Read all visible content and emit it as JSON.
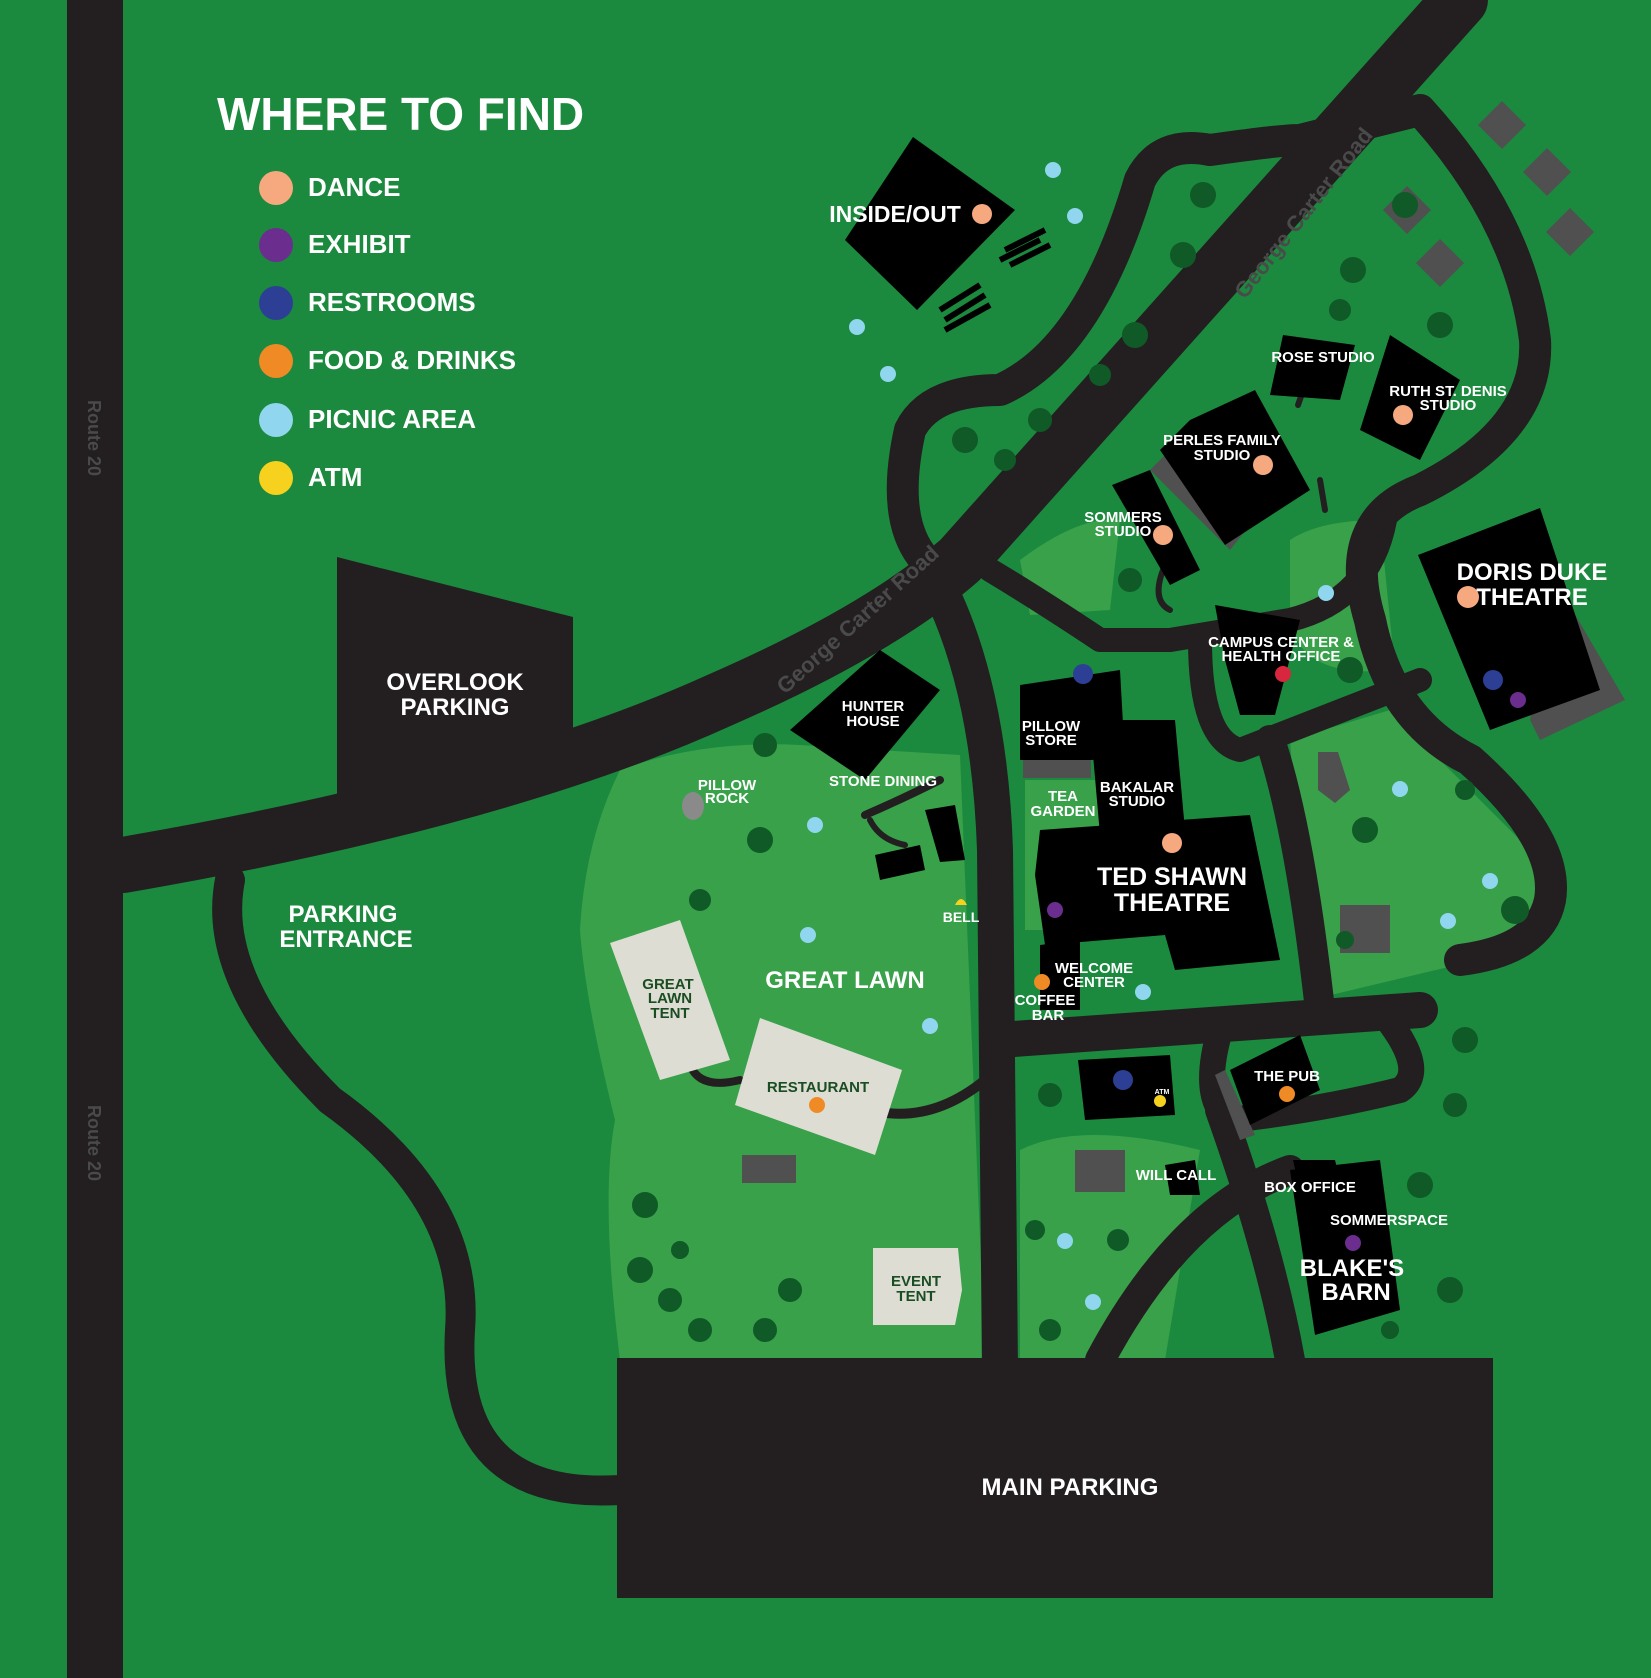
{
  "legend": {
    "title": "WHERE TO FIND",
    "items": [
      {
        "label": "DANCE",
        "icon": "dance-icon",
        "color": "#f6a97f"
      },
      {
        "label": "EXHIBIT",
        "icon": "exhibit-icon",
        "color": "#6b2d8e"
      },
      {
        "label": "RESTROOMS",
        "icon": "restroom-icon",
        "color": "#2d3f94"
      },
      {
        "label": "FOOD & DRINKS",
        "icon": "food-icon",
        "color": "#f08a24"
      },
      {
        "label": "PICNIC AREA",
        "icon": "picnic-icon",
        "color": "#8fd6ee"
      },
      {
        "label": "ATM",
        "icon": "atm-icon",
        "color": "#f6d21e"
      }
    ]
  },
  "roads": {
    "route_top": "Route 20",
    "route_bottom": "Route 20",
    "george_carter_1": "George Carter Road",
    "george_carter_2": "George Carter Road"
  },
  "places": {
    "inside_out": "INSIDE/OUT",
    "overlook_1": "OVERLOOK",
    "overlook_2": "PARKING",
    "parking_entrance_1": "PARKING",
    "parking_entrance_2": "ENTRANCE",
    "rose_studio": "ROSE STUDIO",
    "ruth_1": "RUTH ST. DENIS",
    "ruth_2": "STUDIO",
    "perles_1": "PERLES FAMILY",
    "perles_2": "STUDIO",
    "sommers_1": "SOMMERS",
    "sommers_2": "STUDIO",
    "doris_1": "DORIS DUKE",
    "doris_2": "THEATRE",
    "campus_1": "CAMPUS CENTER &",
    "campus_2": "HEALTH OFFICE",
    "hunter_1": "HUNTER",
    "hunter_2": "HOUSE",
    "pillow_store_1": "PILLOW",
    "pillow_store_2": "STORE",
    "pillow_rock_1": "PILLOW",
    "pillow_rock_2": "ROCK",
    "stone_dining": "STONE DINING",
    "tea_1": "TEA",
    "tea_2": "GARDEN",
    "bakalar_1": "BAKALAR",
    "bakalar_2": "STUDIO",
    "ted_1": "TED SHAWN",
    "ted_2": "THEATRE",
    "bell": "BELL",
    "great_lawn": "GREAT LAWN",
    "gl_tent_1": "GREAT",
    "gl_tent_2": "LAWN",
    "gl_tent_3": "TENT",
    "welcome_1": "WELCOME",
    "welcome_2": "CENTER",
    "coffee_1": "COFFEE",
    "coffee_2": "BAR",
    "restaurant": "RESTAURANT",
    "the_pub": "THE PUB",
    "atm_small": "ATM",
    "will_call": "WILL CALL",
    "box_office": "BOX OFFICE",
    "sommerspace": "SOMMERSPACE",
    "blakes_1": "BLAKE'S",
    "blakes_2": "BARN",
    "event_1": "EVENT",
    "event_2": "TENT",
    "main_parking": "MAIN PARKING"
  }
}
